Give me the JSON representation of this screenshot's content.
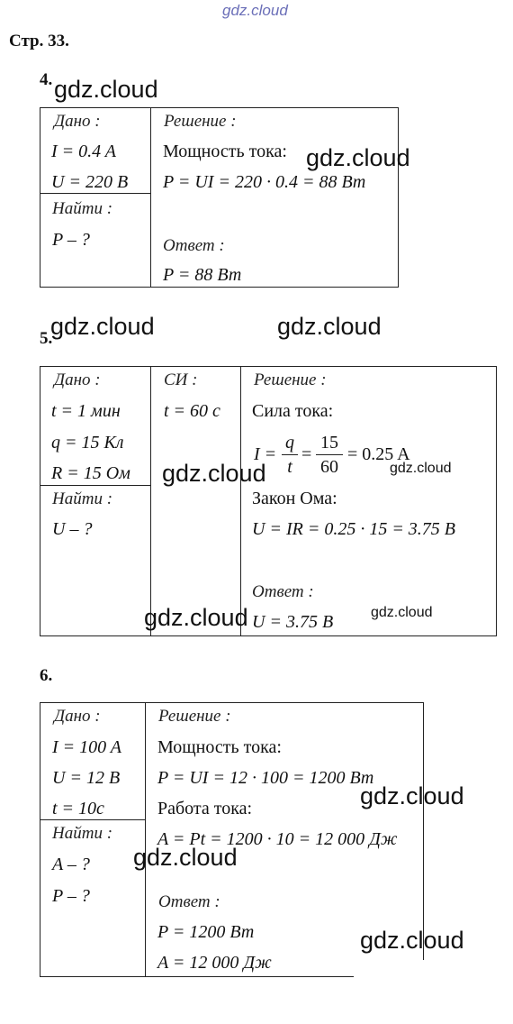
{
  "top_watermark": "gdz.cloud",
  "page_label": "Стр. 33.",
  "watermark": "gdz.cloud",
  "problems": [
    {
      "number": "4.",
      "given_label": "Дано :",
      "given": [
        "I = 0.4 A",
        "U = 220 В"
      ],
      "find_label": "Найти :",
      "find": [
        "P – ?"
      ],
      "solution_label": "Решение :",
      "solution": [
        "Мощность тока:",
        "P = UI = 220 · 0.4 = 88 Вт"
      ],
      "answer_label": "Ответ :",
      "answer": [
        "P = 88 Вт"
      ]
    },
    {
      "number": "5.",
      "given_label": "Дано :",
      "given": [
        "t = 1 мин",
        "q = 15 Кл",
        "R = 15 Ом"
      ],
      "si_label": "СИ :",
      "si": [
        "t = 60 с"
      ],
      "find_label": "Найти :",
      "find": [
        "U – ?"
      ],
      "solution_label": "Решение :",
      "current_heading": "Сила тока:",
      "current_formula": {
        "lhs": "I =",
        "frac1_num": "q",
        "frac1_den": "t",
        "eq": "=",
        "frac2_num": "15",
        "frac2_den": "60",
        "result": "= 0.25 A"
      },
      "ohm_heading": "Закон Ома:",
      "ohm_formula": "U = IR = 0.25 · 15 = 3.75 В",
      "answer_label": "Ответ :",
      "answer": [
        "U = 3.75 В"
      ]
    },
    {
      "number": "6.",
      "given_label": "Дано :",
      "given": [
        "I = 100 A",
        "U = 12 В",
        "t = 10с"
      ],
      "find_label": "Найти :",
      "find": [
        "A – ?",
        "P – ?"
      ],
      "solution_label": "Решение :",
      "solution": [
        "Мощность тока:",
        "P = UI = 12 · 100 = 1200 Вт",
        "Работа тока:",
        "A = Pt = 1200 · 10 = 12 000 Дж"
      ],
      "answer_label": "Ответ :",
      "answer": [
        "P = 1200 Вт",
        "A = 12 000 Дж"
      ]
    }
  ]
}
